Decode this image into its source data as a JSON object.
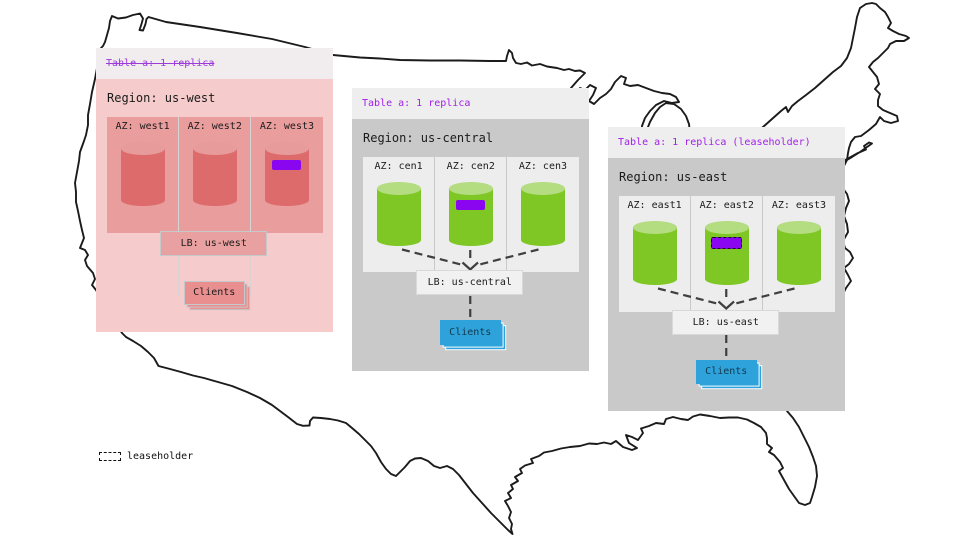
{
  "colors": {
    "map_stroke": "#1f1f1f",
    "purple_header_text": "#a11fe8",
    "replica_purple": "#8b06f0",
    "gray_region_body": "#c9c9c9",
    "gray_region_header": "#efeeef",
    "pink_region_body": "#f5cbcb",
    "pink_region_header": "#f1edee",
    "green_cylinder": "#7ec724",
    "green_cylinder_top": "#b4dc80",
    "red_cylinder": "#dd6b6b",
    "red_cylinder_top": "#e79b9b",
    "clients_blue": "#2ea3db",
    "clients_pink": "#e98f8f",
    "connector_dash": "#3f3f3f"
  },
  "regions": [
    {
      "header": "Table a: 1 replica",
      "state": "failed",
      "region_label": "Region: us-west",
      "azs": [
        {
          "label": "AZ: west1",
          "replica": false
        },
        {
          "label": "AZ: west2",
          "replica": false
        },
        {
          "label": "AZ: west3",
          "replica": true,
          "leaseholder": false
        }
      ],
      "lb_label": "LB: us-west",
      "clients_label": "Clients"
    },
    {
      "header": "Table a: 1 replica",
      "state": "active",
      "region_label": "Region: us-central",
      "azs": [
        {
          "label": "AZ: cen1",
          "replica": false
        },
        {
          "label": "AZ: cen2",
          "replica": true,
          "leaseholder": false
        },
        {
          "label": "AZ: cen3",
          "replica": false
        }
      ],
      "lb_label": "LB: us-central",
      "clients_label": "Clients"
    },
    {
      "header": "Table a: 1 replica (leaseholder)",
      "state": "active",
      "region_label": "Region: us-east",
      "azs": [
        {
          "label": "AZ: east1",
          "replica": false
        },
        {
          "label": "AZ: east2",
          "replica": true,
          "leaseholder": true
        },
        {
          "label": "AZ: east3",
          "replica": false
        }
      ],
      "lb_label": "LB: us-east",
      "clients_label": "Clients"
    }
  ],
  "legend": {
    "label": "leaseholder"
  }
}
